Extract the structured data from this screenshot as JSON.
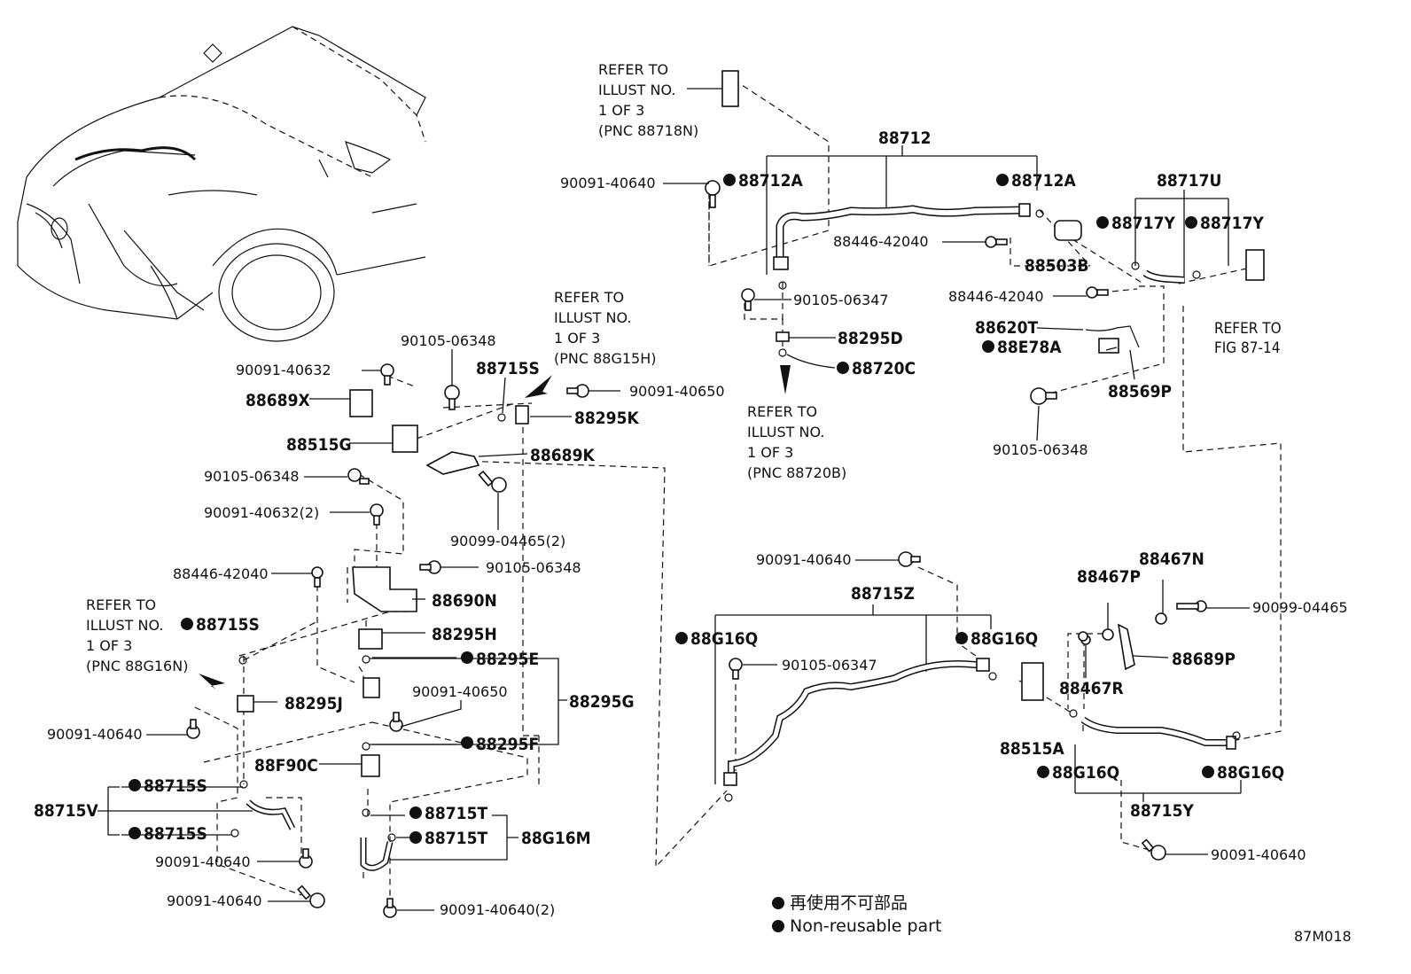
{
  "drawing_code": "87M018",
  "legend": {
    "japanese": "再使用不可部品",
    "english": "Non-reusable part"
  },
  "refer_notes": [
    {
      "id": "ref-88718n",
      "lines": [
        "REFER TO",
        "ILLUST NO.",
        "1 OF 3",
        "(PNC 88718N)"
      ]
    },
    {
      "id": "ref-88g15h",
      "lines": [
        "REFER TO",
        "ILLUST NO.",
        "1 OF 3",
        "(PNC 88G15H)"
      ]
    },
    {
      "id": "ref-88720b",
      "lines": [
        "REFER TO",
        "ILLUST NO.",
        "1 OF 3",
        "(PNC 88720B)"
      ]
    },
    {
      "id": "ref-88g16n",
      "lines": [
        "REFER TO",
        "ILLUST NO.",
        "1 OF 3",
        "(PNC 88G16N)"
      ]
    },
    {
      "id": "ref-fig-87-14",
      "lines": [
        "REFER TO",
        "FIG 87-14"
      ]
    }
  ],
  "labels": [
    {
      "id": "p88712",
      "text": "88712",
      "nonreusable": false
    },
    {
      "id": "p88712a-l",
      "text": "88712A",
      "nonreusable": true
    },
    {
      "id": "p88712a-r",
      "text": "88712A",
      "nonreusable": true
    },
    {
      "id": "p90091-40640-a",
      "text": "90091-40640",
      "nonreusable": false
    },
    {
      "id": "p88446-42040-a",
      "text": "88446-42040",
      "nonreusable": false
    },
    {
      "id": "p88503b",
      "text": "88503B",
      "nonreusable": false
    },
    {
      "id": "p88717u",
      "text": "88717U",
      "nonreusable": false
    },
    {
      "id": "p88717y-l",
      "text": "88717Y",
      "nonreusable": true
    },
    {
      "id": "p88717y-r",
      "text": "88717Y",
      "nonreusable": true
    },
    {
      "id": "p88446-42040-b",
      "text": "88446-42040",
      "nonreusable": false
    },
    {
      "id": "p90105-06347-a",
      "text": "90105-06347",
      "nonreusable": false
    },
    {
      "id": "p88295d",
      "text": "88295D",
      "nonreusable": false
    },
    {
      "id": "p88720c",
      "text": "88720C",
      "nonreusable": true
    },
    {
      "id": "p88620t",
      "text": "88620T",
      "nonreusable": false
    },
    {
      "id": "p88e78a",
      "text": "88E78A",
      "nonreusable": true
    },
    {
      "id": "p88569p",
      "text": "88569P",
      "nonreusable": false
    },
    {
      "id": "p90105-06348-r",
      "text": "90105-06348",
      "nonreusable": false
    },
    {
      "id": "p90105-06348-a",
      "text": "90105-06348",
      "nonreusable": false
    },
    {
      "id": "p88715s-top",
      "text": "88715S",
      "nonreusable": false
    },
    {
      "id": "p90091-40632",
      "text": "90091-40632",
      "nonreusable": false
    },
    {
      "id": "p90091-40650-a",
      "text": "90091-40650",
      "nonreusable": false
    },
    {
      "id": "p88689x",
      "text": "88689X",
      "nonreusable": false
    },
    {
      "id": "p88295k",
      "text": "88295K",
      "nonreusable": false
    },
    {
      "id": "p88515g",
      "text": "88515G",
      "nonreusable": false
    },
    {
      "id": "p88689k",
      "text": "88689K",
      "nonreusable": false
    },
    {
      "id": "p90105-06348-b",
      "text": "90105-06348",
      "nonreusable": false
    },
    {
      "id": "p90091-40632-2",
      "text": "90091-40632(2)",
      "nonreusable": false
    },
    {
      "id": "p90099-04465-2",
      "text": "90099-04465(2)",
      "nonreusable": false
    },
    {
      "id": "p88446-42040-c",
      "text": "88446-42040",
      "nonreusable": false
    },
    {
      "id": "p90105-06348-c",
      "text": "90105-06348",
      "nonreusable": false
    },
    {
      "id": "p88690n",
      "text": "88690N",
      "nonreusable": false
    },
    {
      "id": "p88715s-mid",
      "text": "88715S",
      "nonreusable": true
    },
    {
      "id": "p88295h",
      "text": "88295H",
      "nonreusable": false
    },
    {
      "id": "p88295e",
      "text": "88295E",
      "nonreusable": true
    },
    {
      "id": "p90091-40650-b",
      "text": "90091-40650",
      "nonreusable": false
    },
    {
      "id": "p88295g",
      "text": "88295G",
      "nonreusable": false
    },
    {
      "id": "p88295j",
      "text": "88295J",
      "nonreusable": false
    },
    {
      "id": "p90091-40640-b",
      "text": "90091-40640",
      "nonreusable": false
    },
    {
      "id": "p88295f",
      "text": "88295F",
      "nonreusable": true
    },
    {
      "id": "p88f90c",
      "text": "88F90C",
      "nonreusable": false
    },
    {
      "id": "p88715s-b1",
      "text": "88715S",
      "nonreusable": true
    },
    {
      "id": "p88715v",
      "text": "88715V",
      "nonreusable": false
    },
    {
      "id": "p88715s-b2",
      "text": "88715S",
      "nonreusable": true
    },
    {
      "id": "p90091-40640-c",
      "text": "90091-40640",
      "nonreusable": false
    },
    {
      "id": "p90091-40640-d",
      "text": "90091-40640",
      "nonreusable": false
    },
    {
      "id": "p88715t-1",
      "text": "88715T",
      "nonreusable": true
    },
    {
      "id": "p88715t-2",
      "text": "88715T",
      "nonreusable": true
    },
    {
      "id": "p88g16m",
      "text": "88G16M",
      "nonreusable": false
    },
    {
      "id": "p90091-40640-2",
      "text": "90091-40640(2)",
      "nonreusable": false
    },
    {
      "id": "p90091-40640-e",
      "text": "90091-40640",
      "nonreusable": false
    },
    {
      "id": "p88715z",
      "text": "88715Z",
      "nonreusable": false
    },
    {
      "id": "p88g16q-l",
      "text": "88G16Q",
      "nonreusable": true
    },
    {
      "id": "p88g16q-m",
      "text": "88G16Q",
      "nonreusable": true
    },
    {
      "id": "p90105-06347-b",
      "text": "90105-06347",
      "nonreusable": false
    },
    {
      "id": "p88467p",
      "text": "88467P",
      "nonreusable": false
    },
    {
      "id": "p88467n",
      "text": "88467N",
      "nonreusable": false
    },
    {
      "id": "p90099-04465",
      "text": "90099-04465",
      "nonreusable": false
    },
    {
      "id": "p88689p",
      "text": "88689P",
      "nonreusable": false
    },
    {
      "id": "p88467r",
      "text": "88467R",
      "nonreusable": false
    },
    {
      "id": "p88515a",
      "text": "88515A",
      "nonreusable": false
    },
    {
      "id": "p88g16q-b1",
      "text": "88G16Q",
      "nonreusable": true
    },
    {
      "id": "p88g16q-b2",
      "text": "88G16Q",
      "nonreusable": true
    },
    {
      "id": "p88715y",
      "text": "88715Y",
      "nonreusable": false
    },
    {
      "id": "p90091-40640-f",
      "text": "90091-40640",
      "nonreusable": false
    }
  ]
}
